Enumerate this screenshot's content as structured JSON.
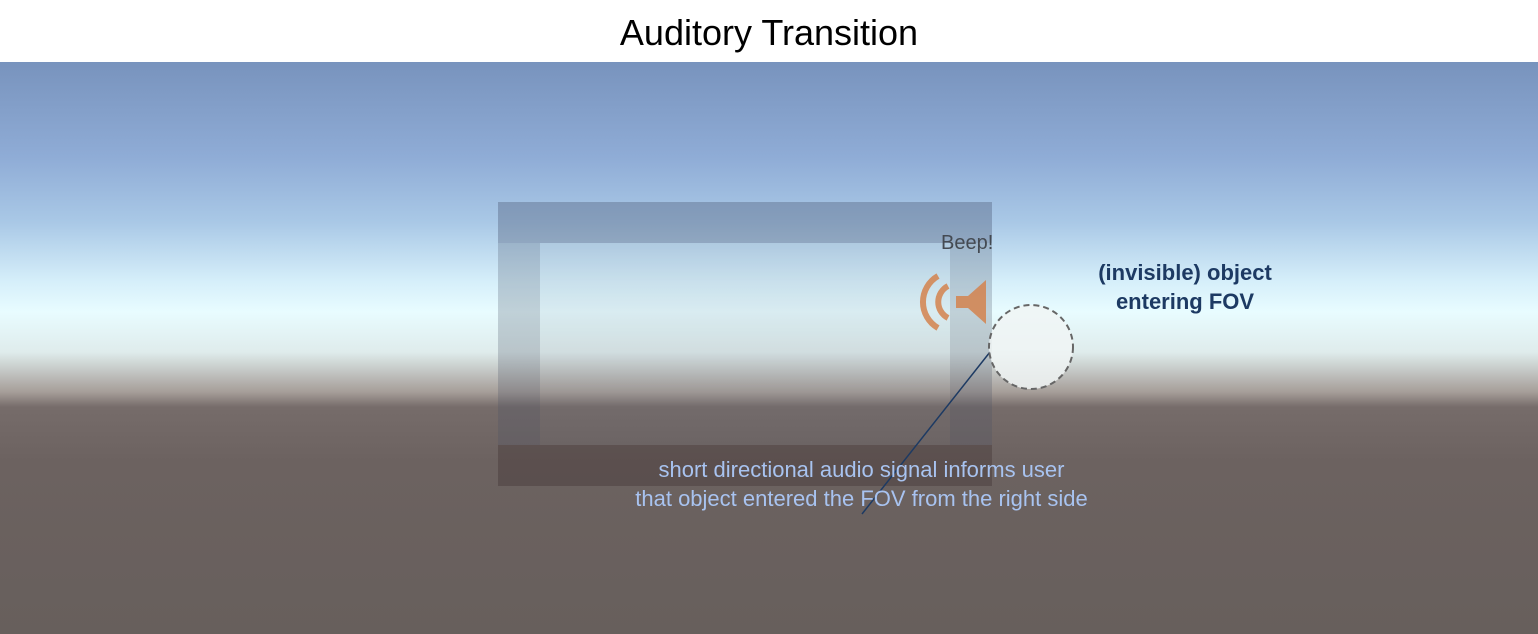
{
  "title": "Auditory Transition",
  "scene": {
    "beep_text": "Beep!",
    "object_label": [
      "(invisible) object",
      "entering FOV"
    ],
    "caption": [
      "short directional audio signal informs user",
      "that object entered the FOV from the right side"
    ]
  },
  "colors": {
    "speaker": "#d4834d",
    "object_label": "#1d3a63",
    "caption": "#a8c3f0",
    "leader_line": "#1d3a63"
  },
  "icons": [
    "speaker-icon"
  ]
}
